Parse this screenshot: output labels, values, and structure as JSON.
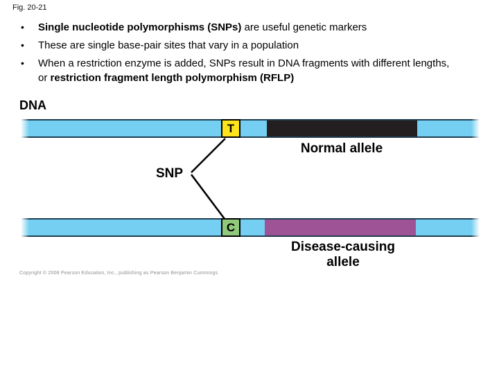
{
  "figure": {
    "label": "Fig. 20-21"
  },
  "bullet_char": "•",
  "bullets": {
    "b1_bold": "Single nucleotide polymorphisms (SNPs)",
    "b1_rest": " are useful genetic markers",
    "b2_text": "These are single base-pair sites that vary in a population",
    "b3_lead": "When a restriction enzyme is added, SNPs result in DNA fragments with different lengths, or ",
    "b3_bold": "restriction fragment length polymorphism (RFLP)"
  },
  "diagram": {
    "dna_label": "DNA",
    "snp_label": "SNP",
    "strand_color": "#74cff2",
    "edge_color": "#1d3d50",
    "normal_allele": {
      "base": "T",
      "base_box_color": "#ffe41c",
      "segment_color": "#231f20",
      "label": "Normal allele"
    },
    "disease_allele": {
      "base": "C",
      "base_box_color": "#90c87c",
      "segment_color": "#9e5397",
      "label_line1": "Disease-causing",
      "label_line2": "allele"
    }
  },
  "footer": {
    "copyright": "Copyright © 2008 Pearson Education, Inc., publishing as Pearson Benjamin Cummings"
  }
}
